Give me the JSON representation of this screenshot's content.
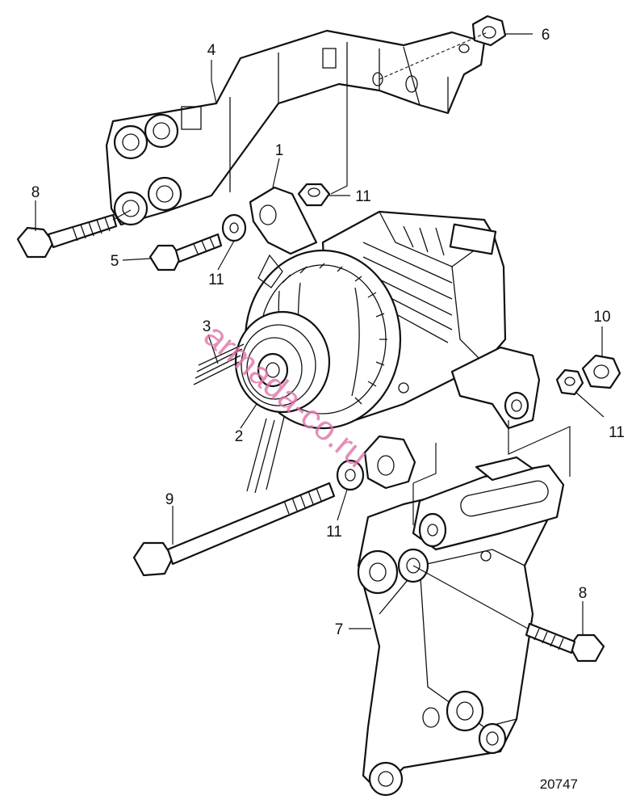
{
  "callouts": [
    "4",
    "6",
    "1",
    "8",
    "11",
    "5",
    "11",
    "3",
    "10",
    "2",
    "11",
    "9",
    "11",
    "8",
    "7"
  ],
  "reference_number": "20747",
  "watermark": "armada-co.ru",
  "colors": {
    "line": "#111111",
    "background": "#ffffff",
    "watermark": "#e070a8"
  }
}
